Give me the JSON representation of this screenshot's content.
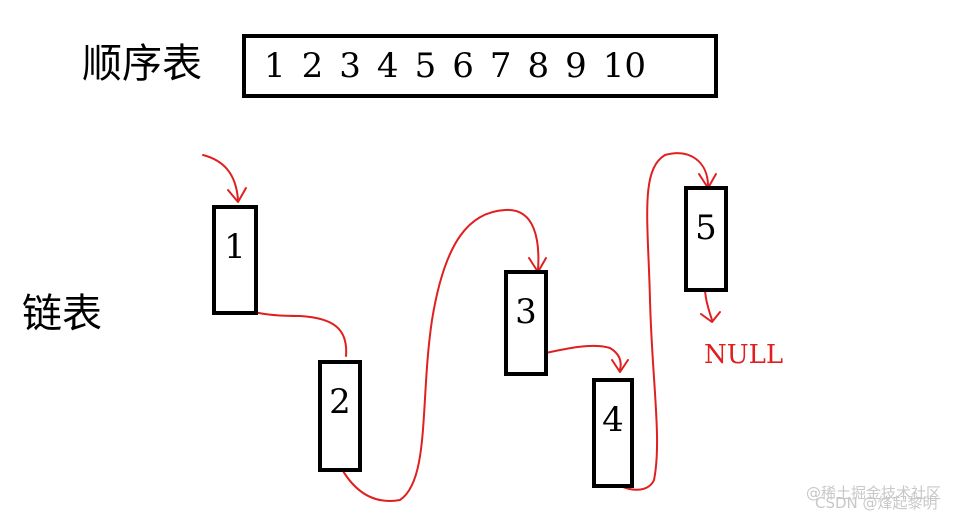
{
  "labels": {
    "sequential_list": "顺序表",
    "linked_list": "链表",
    "null": "NULL"
  },
  "sequential_items": [
    "1",
    "2",
    "3",
    "4",
    "5",
    "6",
    "7",
    "8",
    "9",
    "10"
  ],
  "nodes": [
    "1",
    "2",
    "3",
    "4",
    "5"
  ],
  "watermark": {
    "line1": "@稀土掘金技术社区",
    "line2": "CSDN @烽起黎明"
  },
  "colors": {
    "arrow": "#e02020",
    "box": "#000000"
  }
}
